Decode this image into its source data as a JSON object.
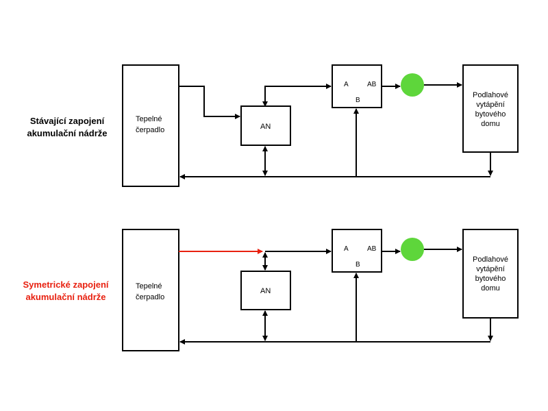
{
  "colors": {
    "line": "#000000",
    "accent_red": "#e8200f",
    "pump_green": "#5ed63b"
  },
  "diagram1": {
    "caption_line1": "Stávající zapojení",
    "caption_line2": "akumulační nádrže",
    "heat_pump_line1": "Tepelné",
    "heat_pump_line2": "čerpadlo",
    "tank": "AN",
    "valve_port_a": "A",
    "valve_port_ab": "AB",
    "valve_port_b": "B",
    "consumer_line1": "Podlahové",
    "consumer_line2": "vytápění",
    "consumer_line3": "bytového",
    "consumer_line4": "domu"
  },
  "diagram2": {
    "caption_line1": "Symetrické zapojení",
    "caption_line2": "akumulační nádrže",
    "heat_pump_line1": "Tepelné",
    "heat_pump_line2": "čerpadlo",
    "tank": "AN",
    "valve_port_a": "A",
    "valve_port_ab": "AB",
    "valve_port_b": "B",
    "consumer_line1": "Podlahové",
    "consumer_line2": "vytápění",
    "consumer_line3": "bytového",
    "consumer_line4": "domu"
  }
}
